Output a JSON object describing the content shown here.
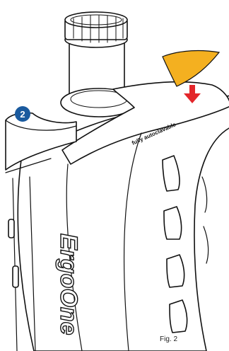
{
  "figure": {
    "caption": "Fig. 2",
    "callout_number": "2",
    "grip_text": "fully autoclavable",
    "brand_logo": "ErgoOne"
  },
  "colors": {
    "line": "#111111",
    "fill": "#ffffff",
    "callout": "#1a5a9e",
    "tab": "#f4b020",
    "arrow": "#e3262a"
  },
  "icons": {
    "callout": "numbered-callout-icon",
    "arrow": "arrow-down-icon",
    "tab": "orange-tab-icon"
  }
}
